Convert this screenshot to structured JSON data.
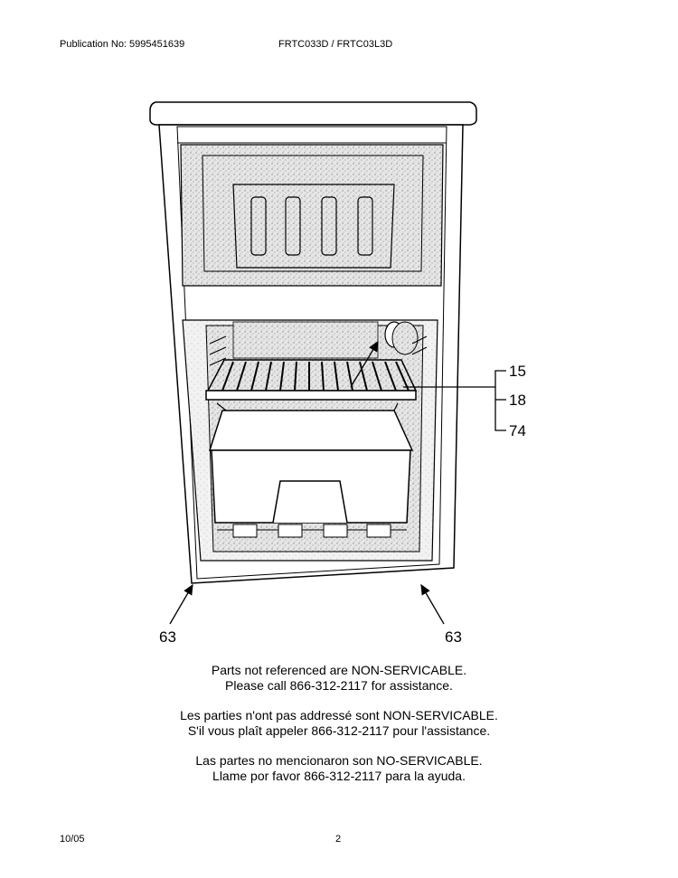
{
  "header": {
    "publication": "Publication No: 5995451639",
    "models": "FRTC033D / FRTC03L3D"
  },
  "callouts": {
    "c15": "15",
    "c18": "18",
    "c74": "74",
    "c63_left": "63",
    "c63_right": "63"
  },
  "notes": {
    "en_line1": "Parts not referenced are NON-SERVICABLE.",
    "en_line2": "Please call 866-312-2117 for assistance.",
    "fr_line1": "Les parties n'ont pas addressé sont NON-SERVICABLE.",
    "fr_line2": "S'il vous plaît appeler 866-312-2117 pour l'assistance.",
    "es_line1": "Las partes no mencionaron son NO-SERVICABLE.",
    "es_line2": "Llame por favor 866-312-2117 para la ayuda."
  },
  "footer": {
    "date": "10/05",
    "page": "2"
  }
}
